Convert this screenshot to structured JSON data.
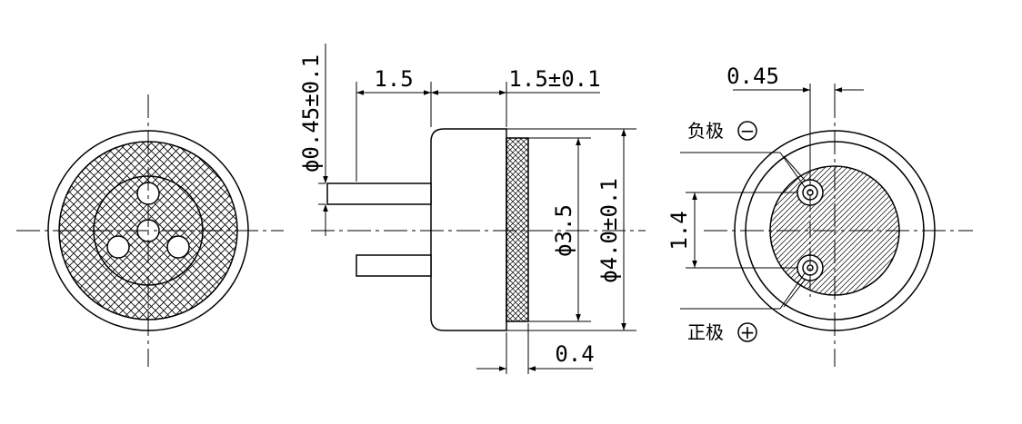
{
  "labels": {
    "negative": "负极",
    "positive": "正极",
    "minus_symbol": "−",
    "plus_symbol": "+"
  },
  "dimensions": {
    "pin_diameter": "ϕ0.45±0.1",
    "pin_length": "1.5",
    "body_thickness": "1.5±0.1",
    "inner_diameter": "ϕ3.5",
    "outer_diameter": "ϕ4.0±0.1",
    "cap_thickness": "0.4",
    "pin_spacing": "1.4",
    "pin_offset": "0.45"
  }
}
